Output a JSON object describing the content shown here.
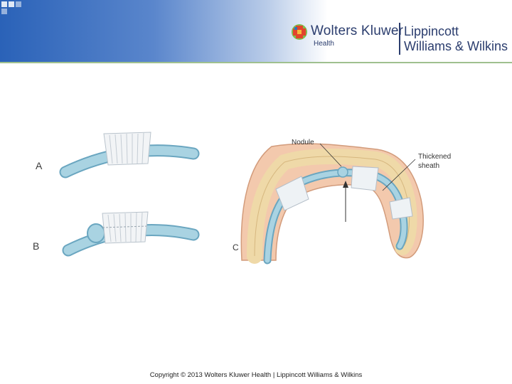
{
  "brand": {
    "wolters_kluwer": "Wolters Kluwer",
    "health": "Health",
    "lww_line1": "Lippincott",
    "lww_line2": "Williams & Wilkins"
  },
  "figure": {
    "panel_a": "A",
    "panel_b": "B",
    "panel_c": "C",
    "nodule_label": "Nodule",
    "sheath_label_line1": "Thickened",
    "sheath_label_line2": "sheath"
  },
  "footer": {
    "copyright": "Copyright © 2013 Wolters Kluwer Health | Lippincott Williams & Wilkins"
  },
  "colors": {
    "header_blue": "#2a62b8",
    "brand_navy": "#2b3d6e",
    "tendon_blue": "#a9d3e2",
    "bone": "#efd9a8",
    "skin": "#f3c9ad"
  }
}
